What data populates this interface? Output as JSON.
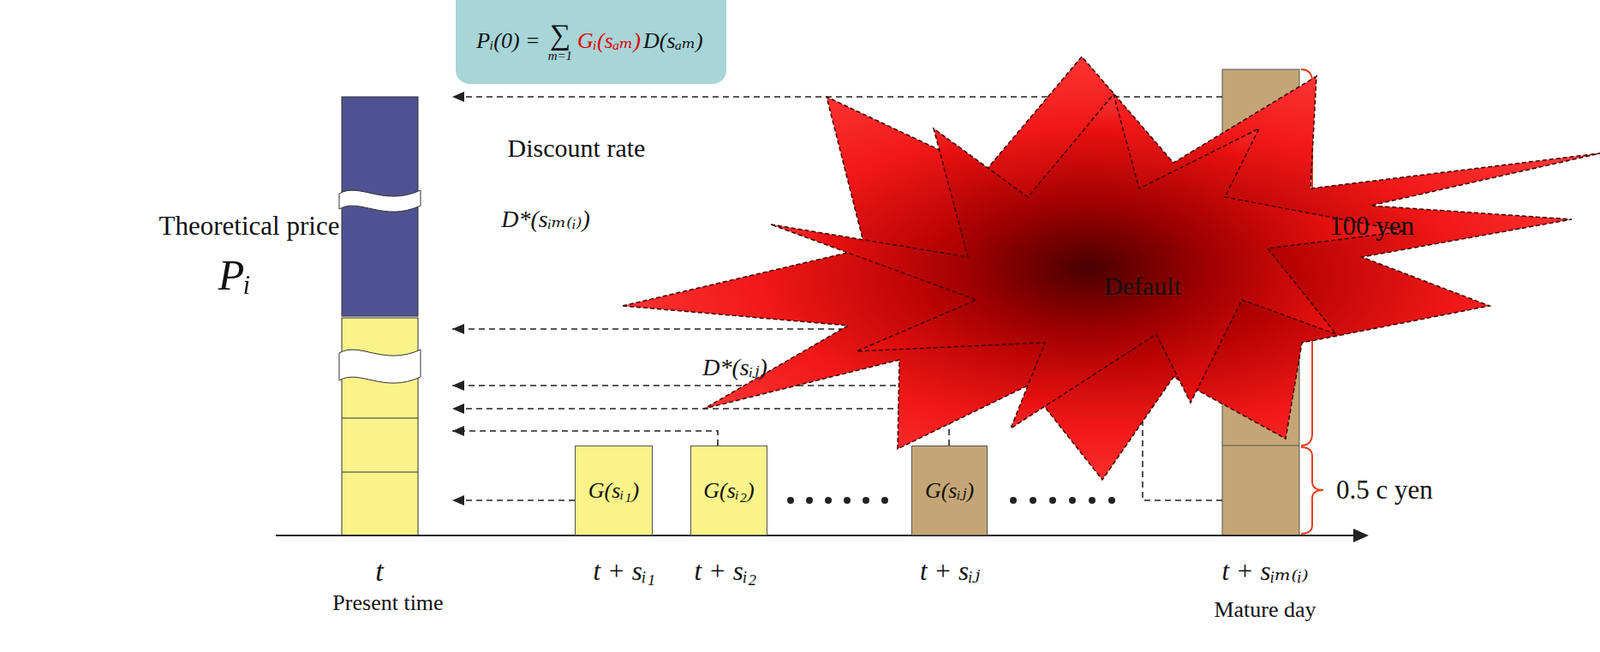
{
  "diagram": {
    "nodes": [
      {
        "text": [
          "Pᵢ(0) =",
          "∑",
          "m=1",
          "Gᵢ(sₐₘ)",
          "D(sₐₘ)"
        ]
      },
      {
        "text": [
          "Default"
        ]
      },
      {
        "text": [
          "G(sᵢ₁)"
        ]
      },
      {
        "text": [
          "G(sᵢ₂)"
        ]
      },
      {
        "text": [
          "G(sᵢⱼ)"
        ]
      }
    ],
    "labels": [
      "Theoretical price",
      "Pᵢ",
      "Discount rate",
      "D*(sᵢₘ₍ᵢ₎)",
      "D*(sᵢⱼ)",
      "100 yen",
      "0.5 c yen",
      "t",
      "Present time",
      "t + sᵢ₁",
      "t + sᵢ₂",
      "t + sᵢⱼ",
      "t + sᵢₘ₍ᵢ₎",
      "Mature day"
    ]
  }
}
